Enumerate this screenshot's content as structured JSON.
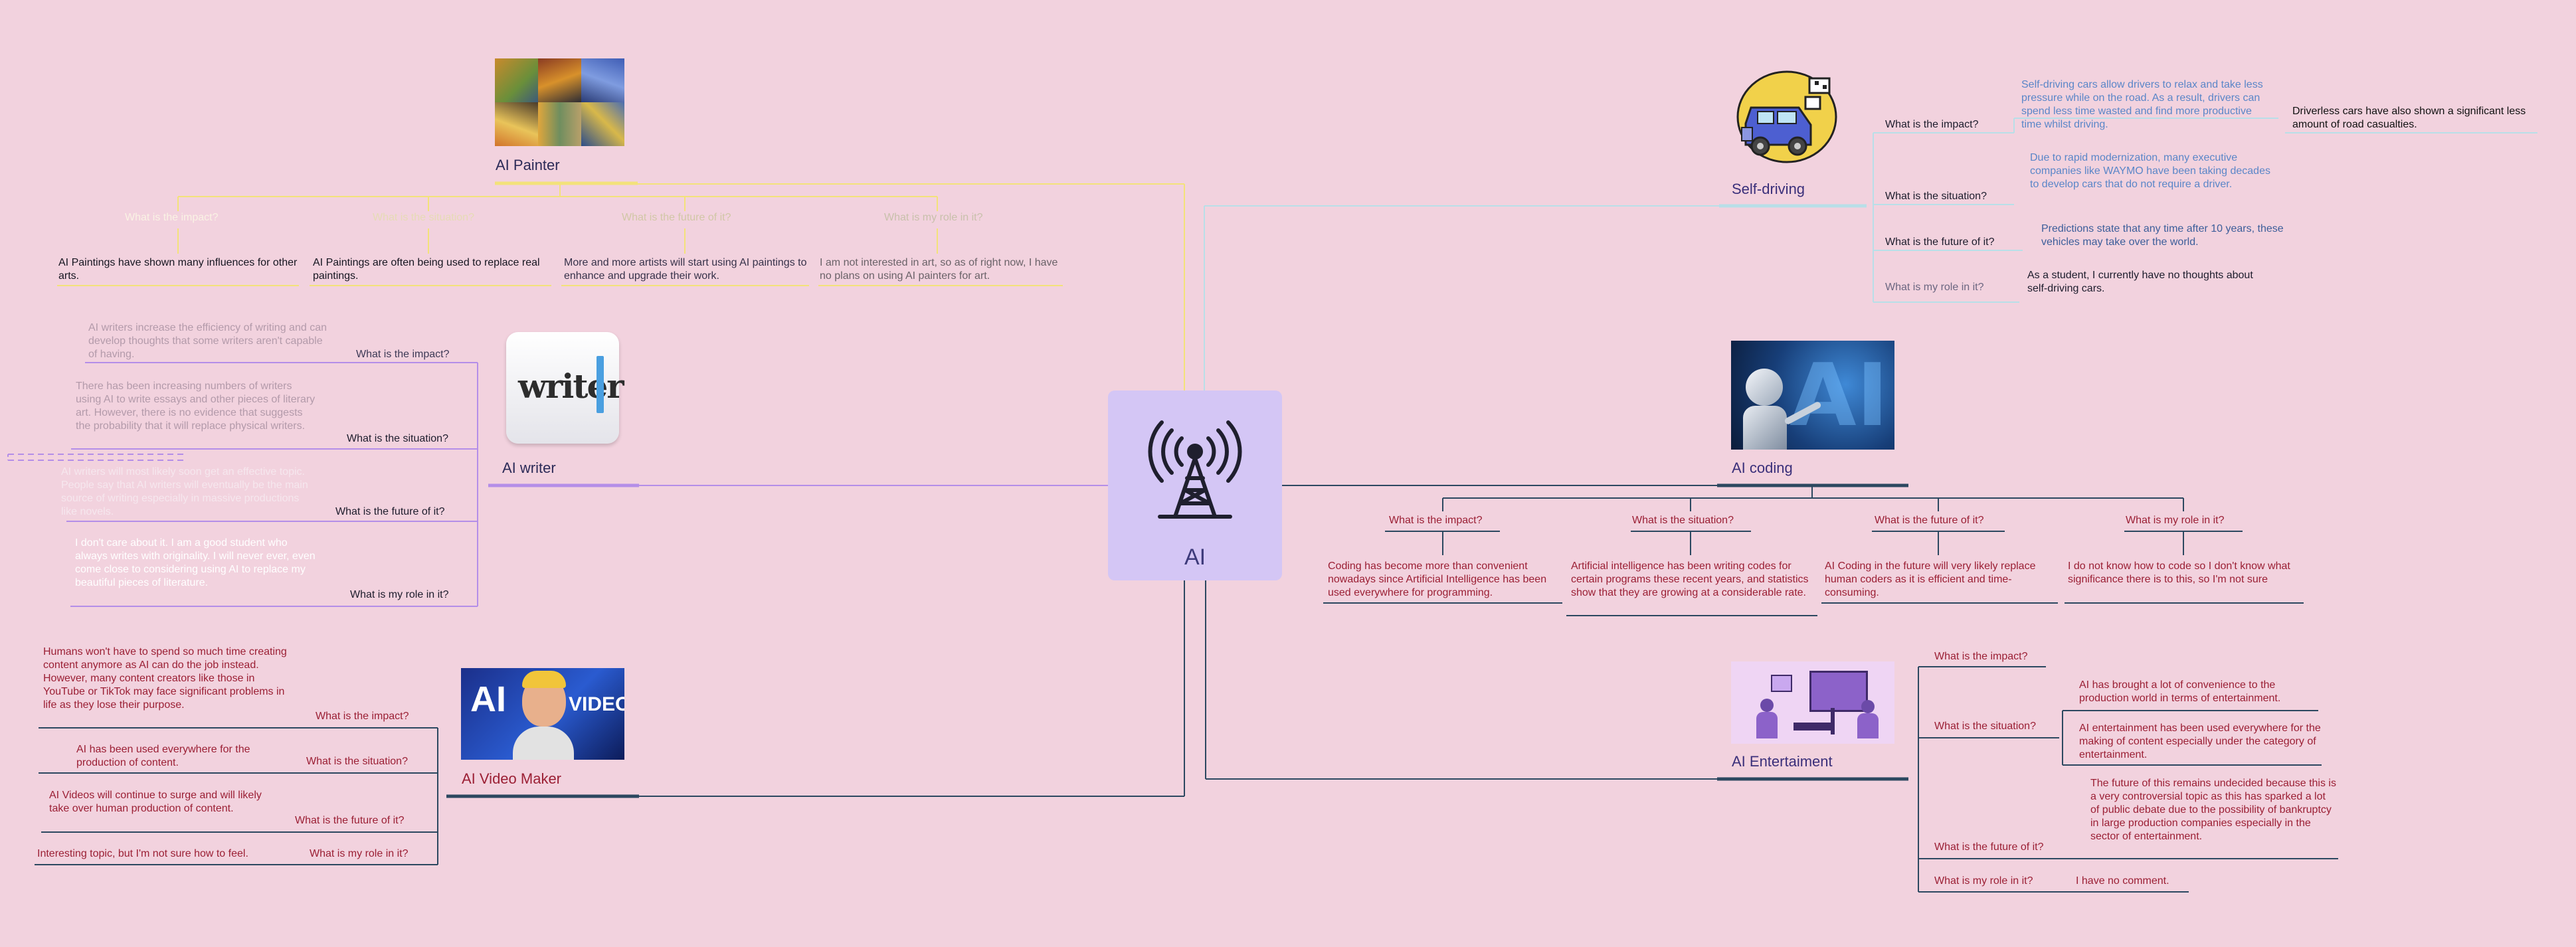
{
  "colors": {
    "background": "#f2d2de",
    "center_fill": "#d4c6f5",
    "painter_branch": "#f3e27a",
    "writer_branch": "#b48ee8",
    "video_branch": "#2c4860",
    "self_driving_branch": "#b8dfe8",
    "coding_branch": "#2c4860",
    "entertainment_branch": "#2c4860"
  },
  "center": {
    "label": "AI",
    "icon": "radio-tower-icon"
  },
  "painter": {
    "title": "AI Painter",
    "image": "painting-collage-image",
    "q_impact": "What is the impact?",
    "q_situation": "What is the situation?",
    "q_future": "What is the future of it?",
    "q_role": "What is my role in it?",
    "a_impact": "AI Paintings have shown many influences for other arts.",
    "a_situation": "AI Paintings are often being used to replace real paintings.",
    "a_future": "More and more artists will start using AI paintings to enhance and upgrade their work.",
    "a_role": "I am not interested in art, so as of right now, I have no plans on using AI painters for art."
  },
  "writer": {
    "title": "AI writer",
    "logo_text": "writer",
    "q_impact": "What is the impact?",
    "q_situation": "What is the situation?",
    "q_future": "What is the future of it?",
    "q_role": "What is my role in it?",
    "a_impact": "AI writers increase the efficiency of writing and can develop thoughts that some writers aren't capable of having.",
    "a_situation": "There has been increasing numbers of writers using AI to write essays and other pieces of literary art. However, there is no evidence that suggests the probability that it will replace physical writers.",
    "a_future": "AI writers will most likely soon get an effective topic. People say that AI writers will eventually be the main source of writing especially in massive productions like novels.",
    "a_role": "I don't care about it. I am a good student who always writes with originality. I will never ever, even come close to considering using AI to replace my beautiful pieces of literature."
  },
  "video": {
    "title": "AI Video Maker",
    "thumb_left": "AI",
    "thumb_right": "VIDEO",
    "q_impact": "What is the impact?",
    "q_situation": "What is the situation?",
    "q_future": "What is the future of it?",
    "q_role": "What is my role in it?",
    "a_impact": "Humans won't have to spend so much time creating content anymore as AI can do the job instead. However, many content creators like those in YouTube or TikTok may face significant problems in life as they lose their purpose.",
    "a_situation": "AI has been used everywhere for the production of content.",
    "a_future": "AI Videos will continue to surge and will likely take over human production of content.",
    "a_role": "Interesting topic, but I'm not sure how to feel."
  },
  "self_driving": {
    "title": "Self-driving",
    "image": "robot-car-icon",
    "q_impact": "What is the impact?",
    "q_situation": "What is the situation?",
    "q_future": "What is the future of it?",
    "q_role": "What is my role in it?",
    "a_impact": "Self-driving cars allow drivers to relax and take less pressure while on the road. As a result, drivers can spend less time wasted and find more productive time whilst driving.",
    "a_impact_extra": "Driverless cars have also shown a significant less amount of road casualties.",
    "a_situation": "Due to rapid modernization, many executive companies like WAYMO have been taking decades to develop cars that do not require a driver.",
    "a_future": "Predictions state that any time after 10 years, these vehicles may take over the world.",
    "a_role": "As a student, I currently have no thoughts about self-driving cars."
  },
  "coding": {
    "title": "AI coding",
    "image": "robot-ai-image",
    "q_impact": "What is the impact?",
    "q_situation": "What is the situation?",
    "q_future": "What is the future of it?",
    "q_role": "What is my role in it?",
    "a_impact": "Coding has become more than convenient nowadays since Artificial Intelligence has been used everywhere for programming.",
    "a_situation": "Artificial intelligence has been writing codes for certain programs these recent years, and statistics show that they are growing at a considerable rate.",
    "a_future": "AI Coding in the future will very likely replace human coders as it is efficient and time-consuming.",
    "a_role": "I do not know how to code so I don't know what significance there is to this, so I'm not sure"
  },
  "entertainment": {
    "title": "AI Entertaiment",
    "image": "entertainment-illustration",
    "q_impact": "What is the impact?",
    "q_situation": "What is the situation?",
    "q_future": "What is the future of it?",
    "q_role": "What is my role in it?",
    "a_situation_1": "AI has brought a lot of convenience to the production world in terms of entertainment.",
    "a_situation_2": "AI entertainment has been used everywhere for the making of content especially under the category of entertainment.",
    "a_future": "The future of this remains undecided because this is a very controversial topic as this has sparked a lot of public debate due to the possibility of bankruptcy in large production companies especially in the sector of entertainment.",
    "a_role": "I have no comment."
  }
}
